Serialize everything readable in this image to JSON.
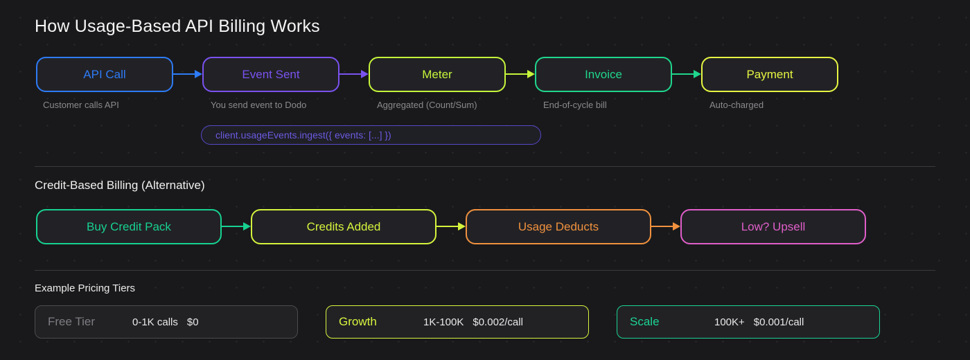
{
  "title": "How Usage-Based API Billing Works",
  "flow_main": {
    "steps": [
      {
        "label": "API Call",
        "caption": "Customer calls API",
        "color": "#2e7bf6"
      },
      {
        "label": "Event Sent",
        "caption": "You send event to Dodo",
        "color": "#7a52f0"
      },
      {
        "label": "Meter",
        "caption": "Aggregated (Count/Sum)",
        "color": "#c6f53a"
      },
      {
        "label": "Invoice",
        "caption": "End-of-cycle bill",
        "color": "#1fd68d"
      },
      {
        "label": "Payment",
        "caption": "Auto-charged",
        "color": "#e6f542"
      }
    ],
    "code_snippet": "client.usageEvents.ingest({ events: [...] })"
  },
  "flow_credit": {
    "heading": "Credit-Based Billing (Alternative)",
    "steps": [
      {
        "label": "Buy Credit Pack",
        "color": "#17d190"
      },
      {
        "label": "Credits Added",
        "color": "#d4f33c"
      },
      {
        "label": "Usage Deducts",
        "color": "#f0913e"
      },
      {
        "label": "Low? Upsell",
        "color": "#e05ec9"
      }
    ]
  },
  "pricing": {
    "heading": "Example Pricing Tiers",
    "tiers": [
      {
        "name": "Free Tier",
        "range": "0-1K calls",
        "price": "$0",
        "name_color": "#7e7e82",
        "border_color": "#4c4c50"
      },
      {
        "name": "Growth",
        "range": "1K-100K",
        "price": "$0.002/call",
        "name_color": "#d8f53e",
        "border_color": "#d8f53e"
      },
      {
        "name": "Scale",
        "range": "100K+",
        "price": "$0.001/call",
        "name_color": "#1bd492",
        "border_color": "#1bd492"
      }
    ]
  }
}
